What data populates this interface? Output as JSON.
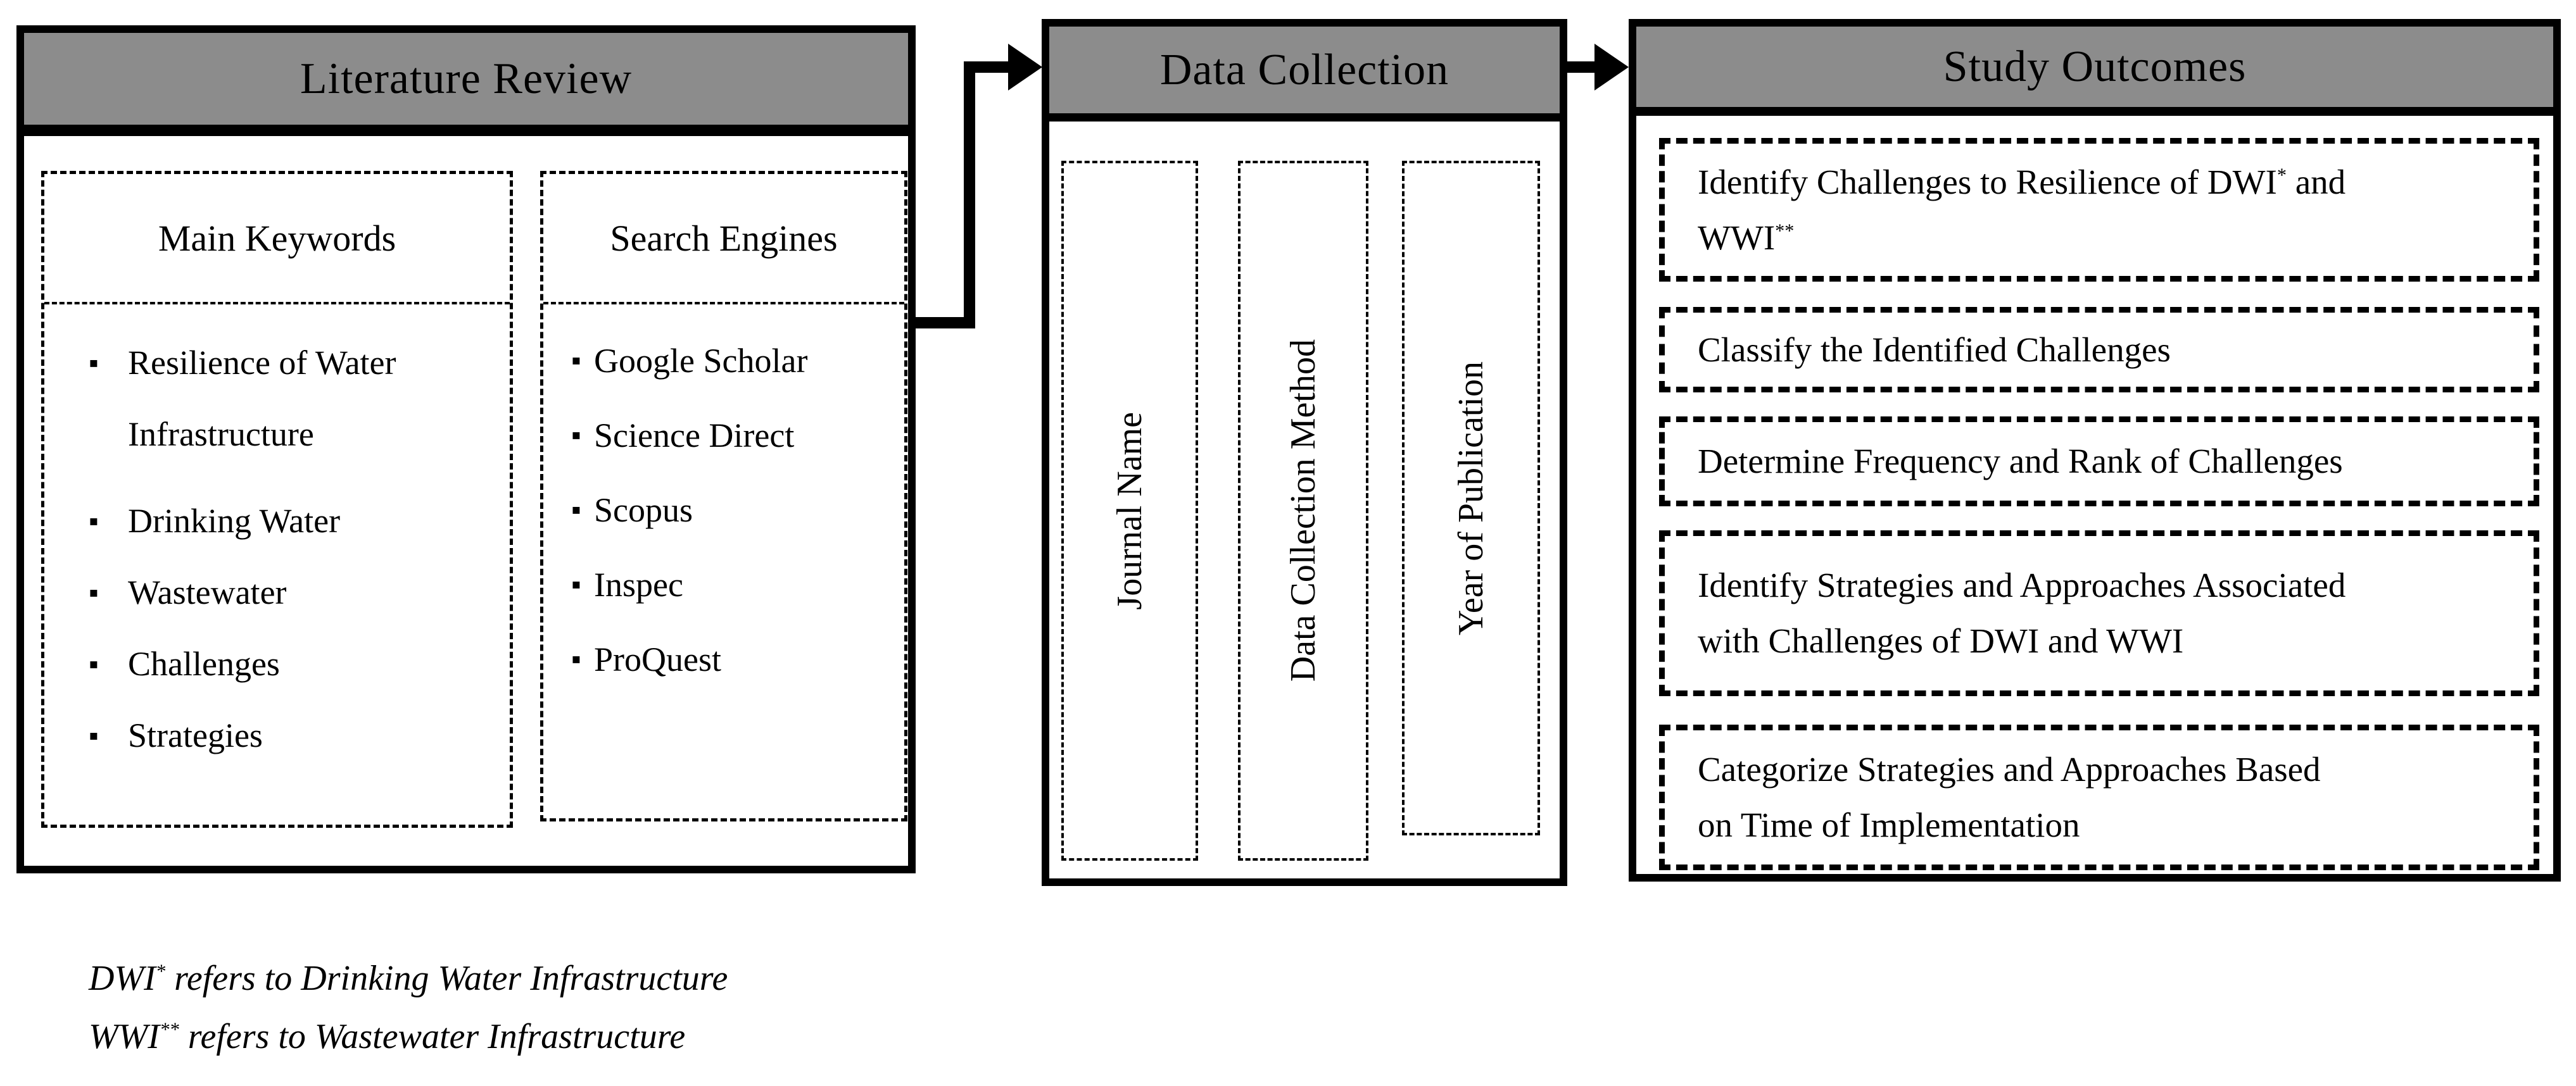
{
  "colors": {
    "header_fill": "#8c8c8c",
    "line_color": "#000000",
    "background": "#ffffff"
  },
  "glyphs": {
    "bullet": "▪"
  },
  "literature_review": {
    "title": "Literature Review",
    "keywords": {
      "title": "Main Keywords",
      "items": [
        "Resilience of Water Infrastructure",
        "Drinking Water",
        "Wastewater",
        "Challenges",
        "Strategies"
      ]
    },
    "engines": {
      "title": "Search Engines",
      "items": [
        "Google Scholar",
        "Science Direct",
        "Scopus",
        "Inspec",
        "ProQuest"
      ]
    }
  },
  "data_collection": {
    "title": "Data Collection",
    "fields": [
      "Journal Name",
      "Data Collection Method",
      "Year of Publication"
    ]
  },
  "study_outcomes": {
    "title": "Study Outcomes",
    "items": [
      {
        "line1_text": "Identify Challenges to Resilience of DWI",
        "line1_sup": "*",
        "line1_tail": " and",
        "line2_text": "WWI",
        "line2_sup": "**"
      },
      {
        "line1_text": "Classify the Identified Challenges"
      },
      {
        "line1_text": "Determine Frequency and Rank of Challenges"
      },
      {
        "line1_text": "Identify Strategies and Approaches Associated",
        "line2_text": "with Challenges of DWI and WWI"
      },
      {
        "line1_text": "Categorize Strategies and Approaches Based",
        "line2_text": "on Time of Implementation"
      }
    ]
  },
  "footnotes": [
    {
      "abbr": "DWI",
      "sup": "*",
      "rest": " refers to Drinking Water Infrastructure"
    },
    {
      "abbr": "WWI",
      "sup": "**",
      "rest": " refers to Wastewater Infrastructure"
    }
  ]
}
